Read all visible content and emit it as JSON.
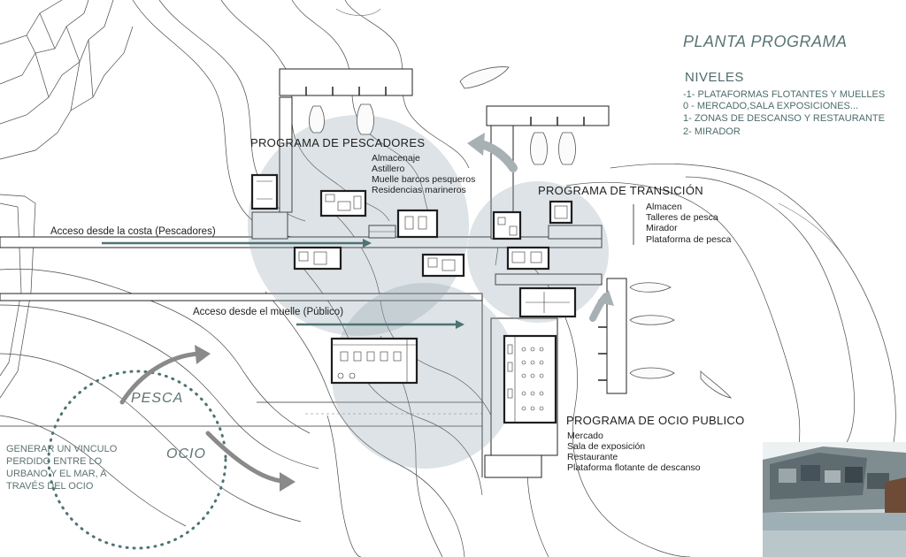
{
  "title": "PLANTA PROGRAMA",
  "niveles": {
    "heading": "NIVELES",
    "items": [
      "-1- PLATAFORMAS FLOTANTES Y MUELLES",
      "0 - MERCADO,SALA EXPOSICIONES...",
      "1- ZONAS DE DESCANSO Y RESTAURANTE",
      "2- MIRADOR"
    ]
  },
  "programs": {
    "pescadores": {
      "title": "PROGRAMA DE PESCADORES",
      "items": [
        "Almacenaje",
        "Astillero",
        "Muelle barcos pesqueros",
        "Residencias marineros"
      ]
    },
    "transicion": {
      "title": "PROGRAMA DE TRANSICIÓN",
      "items": [
        "Almacen",
        "Talleres de pesca",
        "Mirador",
        "Plataforma de pesca"
      ]
    },
    "ocio": {
      "title": "PROGRAMA DE OCIO PUBLICO",
      "items": [
        "Mercado",
        "Sala de exposición",
        "Restaurante",
        "Plataforma flotante de descanso"
      ]
    }
  },
  "accesos": {
    "costa": "Acceso desde la costa (Pescadores)",
    "muelle": "Acceso desde el muelle (Público)"
  },
  "cycle": {
    "pesca": "PESCA",
    "ocio": "OCIO"
  },
  "slogan": [
    "GENERAR UN VINCULO",
    "PERDIDO ENTRE LO",
    "URBANO Y EL MAR, A",
    "TRAVÉS DEL OCIO"
  ],
  "colors": {
    "zone_circle": "#8fa3ad",
    "access_arrow": "#4e7373",
    "heading_text": "#5a7575",
    "cycle_arrow": "#8a8a8a",
    "cycle_ring": "#4e7373"
  }
}
